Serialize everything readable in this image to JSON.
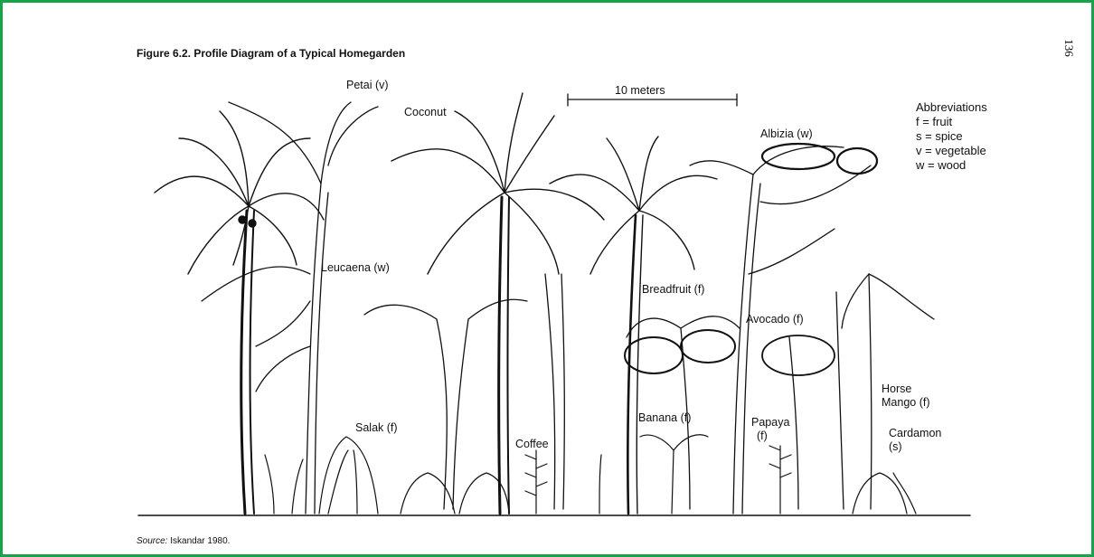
{
  "figure": {
    "title": "Figure 6.2.  Profile Diagram of a Typical Homegarden",
    "page_number": "136",
    "source_label": "Source:",
    "source_text": " Iskandar 1980.",
    "scale_label": "10 meters"
  },
  "abbreviations": {
    "heading": "Abbreviations",
    "items": [
      "f = fruit",
      "s = spice",
      "v = vegetable",
      "w = wood"
    ]
  },
  "plant_labels": {
    "petai": "Petai (v)",
    "coconut": "Coconut",
    "albizia": "Albizia (w)",
    "leucaena": "Leucaena (w)",
    "breadfruit": "Breadfruit (f)",
    "avocado": "Avocado (f)",
    "horse_mango_1": "Horse",
    "horse_mango_2": "Mango (f)",
    "salak": "Salak (f)",
    "coffee": "Coffee",
    "banana": "Banana (f)",
    "papaya_1": "Papaya",
    "papaya_2": "(f)",
    "cardamon_1": "Cardamon",
    "cardamon_2": "(s)"
  },
  "colors": {
    "frame_border": "#16a34a",
    "ink": "#111111"
  }
}
